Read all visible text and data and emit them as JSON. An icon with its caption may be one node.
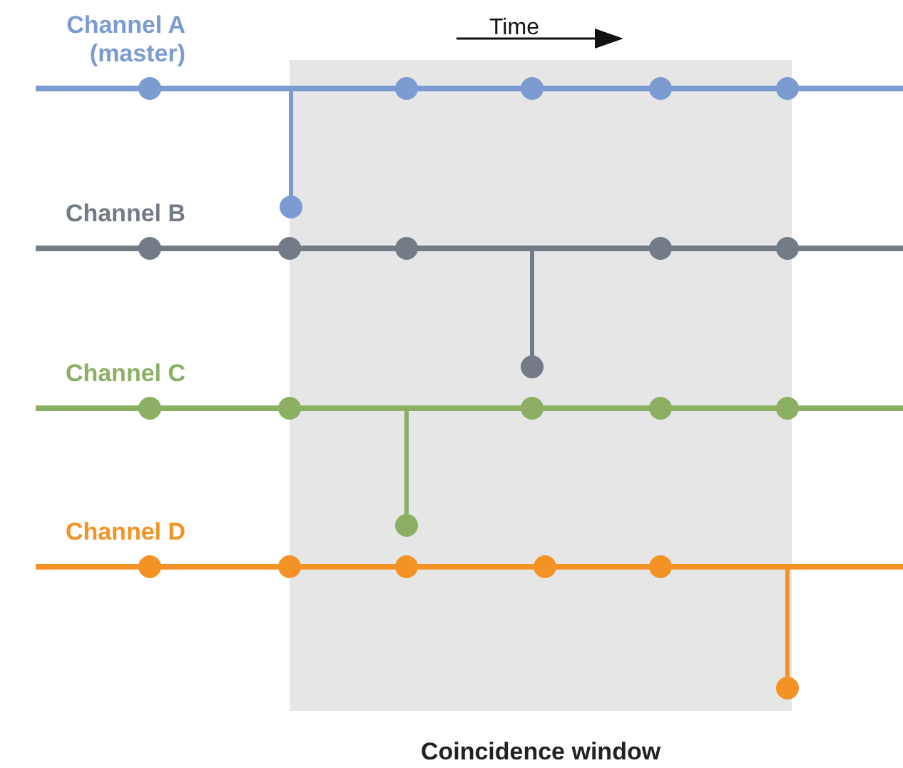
{
  "diagram": {
    "nodes": [
      {
        "text": [
          "Coincidence window"
        ]
      },
      {
        "text": [
          "Channel A (master)"
        ]
      },
      {
        "text": [
          "Channel B"
        ]
      },
      {
        "text": [
          "Channel C"
        ]
      },
      {
        "text": [
          "Channel D"
        ]
      },
      {
        "text": [],
        "shape": "circle",
        "in": 0
      },
      {
        "text": [],
        "shape": "circle",
        "in": 0
      },
      {
        "text": [],
        "shape": "circle",
        "in": 0
      },
      {
        "text": [],
        "shape": "circle",
        "in": 0
      }
    ],
    "edges": [
      {
        "from": 1,
        "to": 5,
        "arrow": "none",
        "color": "#7b9bd1"
      },
      {
        "from": 2,
        "to": 6,
        "arrow": "none",
        "color": "#737b87"
      },
      {
        "from": 3,
        "to": 7,
        "arrow": "none",
        "color": "#8bb063"
      },
      {
        "from": 4,
        "to": 8,
        "arrow": "none",
        "color": "#f39325"
      }
    ],
    "labels": [
      "Time"
    ]
  }
}
